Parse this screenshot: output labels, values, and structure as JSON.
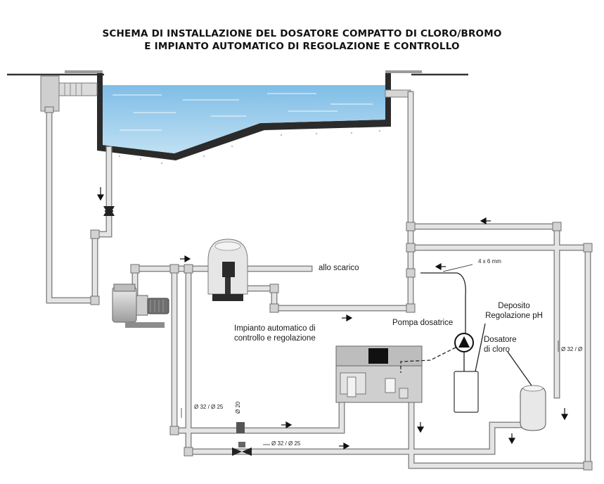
{
  "title": {
    "line1": "SCHEMA DI INSTALLAZIONE DEL DOSATORE COMPATTO DI CLORO/BROMO",
    "line2": "E IMPIANTO AUTOMATICO DI REGOLAZIONE E CONTROLLO"
  },
  "labels": {
    "drain": "allo scarico",
    "control_line1": "Impianto automatico di",
    "control_line2": "controllo e regolazione",
    "pump": "Pompa dosatrice",
    "ph_line1": "Deposito",
    "ph_line2": "Regolazione pH",
    "chlorine_line1": "Dosatore",
    "chlorine_line2": "di cloro",
    "tube_size": "4 x 6 mm",
    "diam_32_25_left": "Ø 32 / Ø 25",
    "diam_20": "Ø 20",
    "diam_32_25_bottom": "Ø 32 / Ø 25",
    "diam_32_right": "Ø 32 / Ø"
  },
  "colors": {
    "water": "#a9d3ec",
    "wall": "#2a2a2a",
    "pipe": "#c8c8c8",
    "pipe_stroke": "#8a8a8a"
  }
}
